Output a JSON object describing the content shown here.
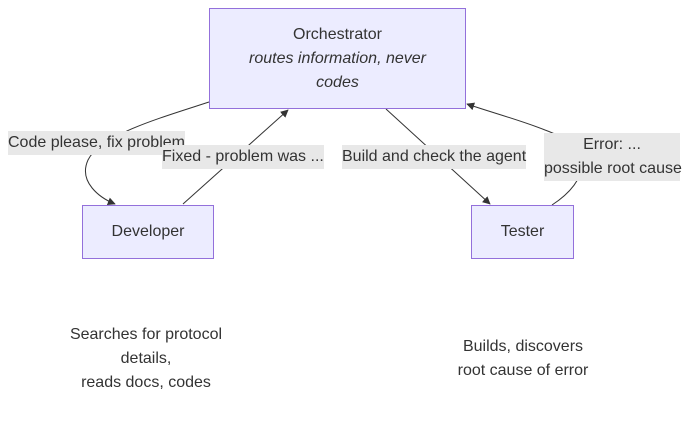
{
  "nodes": {
    "orchestrator": {
      "title": "Orchestrator",
      "subtitle_line1": "routes information, never",
      "subtitle_line2": "codes"
    },
    "developer": {
      "title": "Developer"
    },
    "tester": {
      "title": "Tester"
    }
  },
  "edges": {
    "orch_to_dev": "Code please, fix problem",
    "dev_to_orch": "Fixed - problem was ...",
    "orch_to_tester": "Build and check the agent",
    "tester_to_orch_line1": "Error: ...",
    "tester_to_orch_line2": "possible root cause"
  },
  "notes": {
    "developer": {
      "line1": "Searches for protocol",
      "line2": "details,",
      "line3": "reads docs, codes"
    },
    "tester": {
      "line1": "Builds, discovers",
      "line2": "root cause of error"
    }
  },
  "colors": {
    "node_fill": "#ECECFF",
    "node_stroke": "#9370DB",
    "edge": "#333333",
    "label_bg": "#e8e8e8"
  }
}
